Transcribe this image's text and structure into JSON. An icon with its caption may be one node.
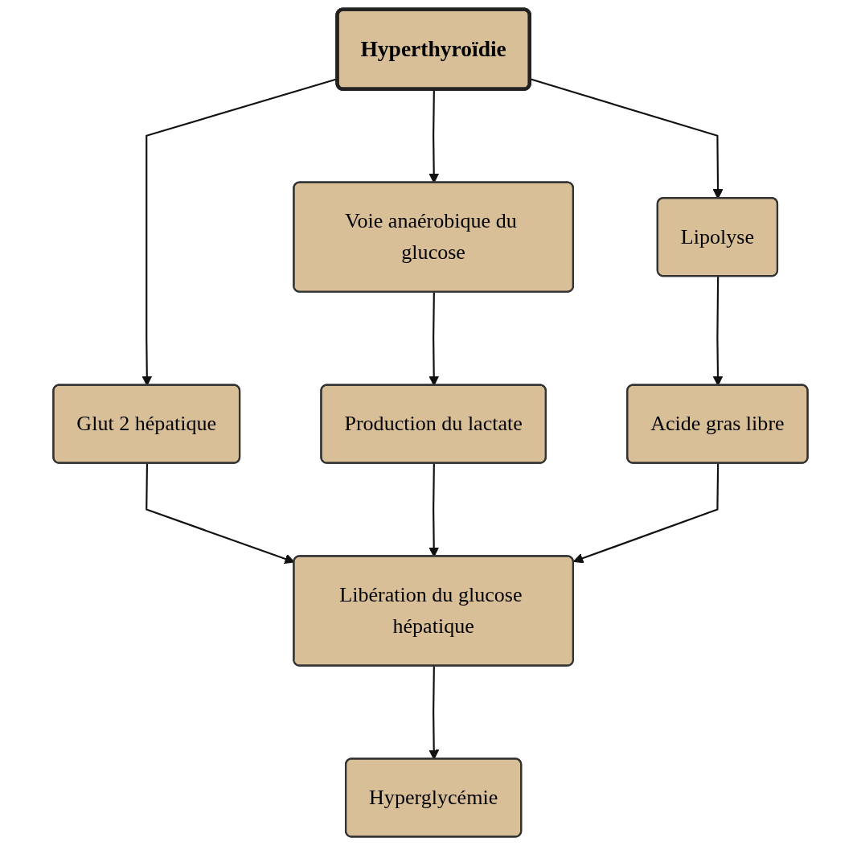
{
  "diagram": {
    "nodes": [
      {
        "text": [
          "Hyperthyroïdie"
        ]
      },
      {
        "text": [
          "Voie anaérobique du glucose"
        ]
      },
      {
        "text": [
          "Glut 2 hépatique"
        ]
      },
      {
        "text": [
          "Lipolyse"
        ]
      },
      {
        "text": [
          "Production du lactate"
        ]
      },
      {
        "text": [
          "Acide gras libre"
        ]
      },
      {
        "text": [
          "Libération du glucose hépatique"
        ]
      },
      {
        "text": [
          "Hyperglycémie"
        ]
      }
    ],
    "edges": [
      {
        "from": 0,
        "to": 1,
        "arrow": "to"
      },
      {
        "from": 0,
        "to": 2,
        "arrow": "to"
      },
      {
        "from": 0,
        "to": 3,
        "arrow": "to"
      },
      {
        "from": 1,
        "to": 4,
        "arrow": "to"
      },
      {
        "from": 3,
        "to": 5,
        "arrow": "to"
      },
      {
        "from": 2,
        "to": 6,
        "arrow": "to"
      },
      {
        "from": 4,
        "to": 6,
        "arrow": "to"
      },
      {
        "from": 5,
        "to": 6,
        "arrow": "to"
      },
      {
        "from": 6,
        "to": 7,
        "arrow": "to"
      }
    ]
  }
}
